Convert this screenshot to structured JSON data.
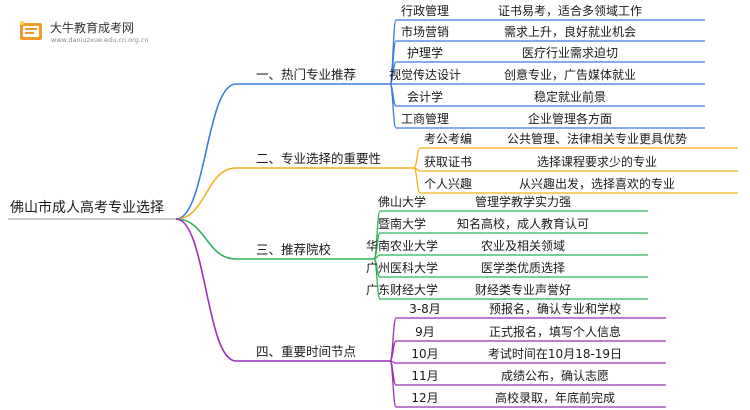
{
  "site": {
    "name": "大牛教育成考网",
    "url": "www.daniuzxue.edu.cn.org.cn"
  },
  "root": "佛山市成人高考专业选择",
  "branches": [
    {
      "title": "一、热门专业推荐",
      "color": "#3a7bdc",
      "items": [
        {
          "name": "行政管理",
          "desc": "证书易考，适合多领域工作"
        },
        {
          "name": "市场营销",
          "desc": "需求上升，良好就业机会"
        },
        {
          "name": "护理学",
          "desc": "医疗行业需求迫切"
        },
        {
          "name": "视觉传达设计",
          "desc": "创意专业，广告媒体就业"
        },
        {
          "name": "会计学",
          "desc": "稳定就业前景"
        },
        {
          "name": "工商管理",
          "desc": "企业管理各方面"
        }
      ]
    },
    {
      "title": "二、专业选择的重要性",
      "color": "#f2b21c",
      "items": [
        {
          "name": "考公考编",
          "desc": "公共管理、法律相关专业更具优势"
        },
        {
          "name": "获取证书",
          "desc": "选择课程要求少的专业"
        },
        {
          "name": "个人兴趣",
          "desc": "从兴趣出发，选择喜欢的专业"
        }
      ]
    },
    {
      "title": "三、推荐院校",
      "color": "#2fb25b",
      "items": [
        {
          "name": "佛山大学",
          "desc": "管理学教学实力强"
        },
        {
          "name": "暨南大学",
          "desc": "知名高校，成人教育认可"
        },
        {
          "name": "华南农业大学",
          "desc": "农业及相关领域"
        },
        {
          "name": "广州医科大学",
          "desc": "医学类优质选择"
        },
        {
          "name": "广东财经大学",
          "desc": "财经类专业声誉好"
        }
      ]
    },
    {
      "title": "四、重要时间节点",
      "color": "#9a2fb8",
      "items": [
        {
          "name": "3-8月",
          "desc": "预报名，确认专业和学校"
        },
        {
          "name": "9月",
          "desc": "正式报名，填写个人信息"
        },
        {
          "name": "10月",
          "desc": "考试时间在10月18-19日"
        },
        {
          "name": "11月",
          "desc": "成绩公布，确认志愿"
        },
        {
          "name": "12月",
          "desc": "高校录取，年底前完成"
        }
      ]
    }
  ]
}
